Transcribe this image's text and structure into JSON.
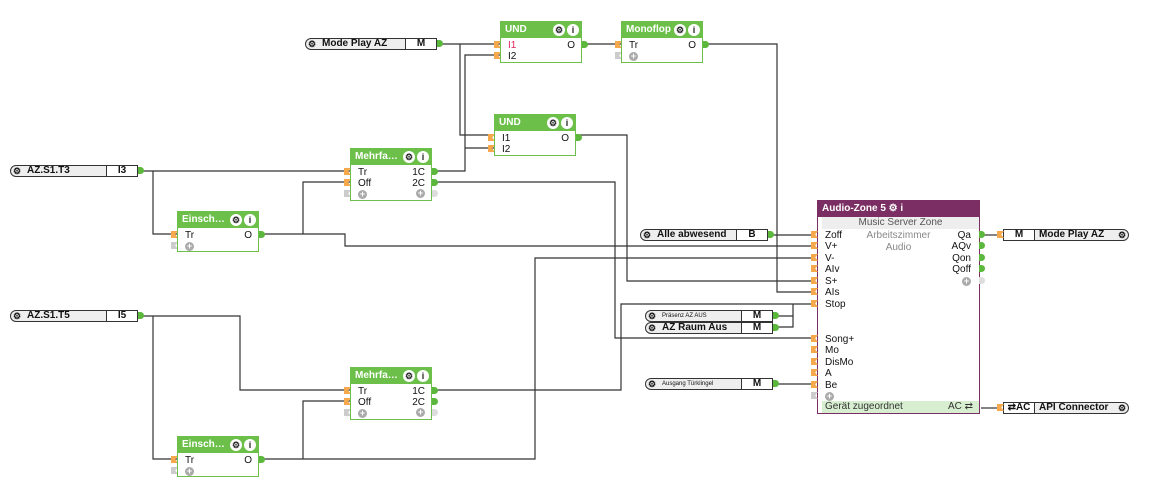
{
  "blocks": [
    {
      "id": "und1",
      "title": "UND",
      "inputs": [
        "I1",
        "I2"
      ],
      "outputs": [
        "O"
      ]
    },
    {
      "id": "monoflop",
      "title": "Monoflop",
      "inputs": [
        "Tr",
        "+"
      ],
      "outputs": [
        "O"
      ]
    },
    {
      "id": "und2",
      "title": "UND",
      "inputs": [
        "I1",
        "I2"
      ],
      "outputs": [
        "O"
      ]
    },
    {
      "id": "mehrfach1",
      "title": "Mehrfa…",
      "inputs": [
        "Tr",
        "Off",
        "+"
      ],
      "outputs": [
        "1C",
        "2C",
        "+"
      ]
    },
    {
      "id": "einsch1",
      "title": "Einsch…",
      "inputs": [
        "Tr",
        "+"
      ],
      "outputs": [
        "O"
      ]
    },
    {
      "id": "mehrfach2",
      "title": "Mehrfa…",
      "inputs": [
        "Tr",
        "Off",
        "+"
      ],
      "outputs": [
        "1C",
        "2C",
        "+"
      ]
    },
    {
      "id": "einsch2",
      "title": "Einsch…",
      "inputs": [
        "Tr",
        "+"
      ],
      "outputs": [
        "O"
      ]
    }
  ],
  "refs": [
    {
      "id": "mode-play-in",
      "label": "Mode Play AZ",
      "tag": "M"
    },
    {
      "id": "az-s1-t3",
      "label": "AZ.S1.T3",
      "tag": "I3"
    },
    {
      "id": "az-s1-t5",
      "label": "AZ.S1.T5",
      "tag": "I5"
    },
    {
      "id": "alle-abwesend",
      "label": "Alle abwesend",
      "tag": "B"
    },
    {
      "id": "praesenz",
      "label": "Präsenz AZ AUS",
      "tag": "M",
      "small": true
    },
    {
      "id": "az-raum-aus",
      "label": "AZ Raum Aus",
      "tag": "M"
    },
    {
      "id": "tuerklingel",
      "label": "Ausgang Türklingel",
      "tag": "M",
      "small": true
    },
    {
      "id": "mode-play-out",
      "label": "Mode Play AZ",
      "tag": "M",
      "right": true
    },
    {
      "id": "api-connector",
      "label": "API Connector",
      "tag": "⇄AC",
      "right": true
    }
  ],
  "audio_zone": {
    "title": "Audio-Zone 5",
    "subtitle": "Music Server Zone",
    "room": "Arbeitszimmer",
    "category": "Audio",
    "inputs": [
      "Zoff",
      "V+",
      "V-",
      "AIv",
      "S+",
      "AIs",
      "Stop",
      "Song+",
      "Mo",
      "DisMo",
      "A",
      "Be",
      "+"
    ],
    "outputs": [
      "Qa",
      "AQv",
      "Qon",
      "Qoff",
      "+"
    ],
    "footer": "Gerät zugeordnet",
    "footer_right": "AC ⇄"
  },
  "colors": {
    "logic_block": "#6cc04a",
    "audio_block": "#7b2e63",
    "input_pin": "#f5a94c",
    "output_pin": "#5cb83c"
  }
}
